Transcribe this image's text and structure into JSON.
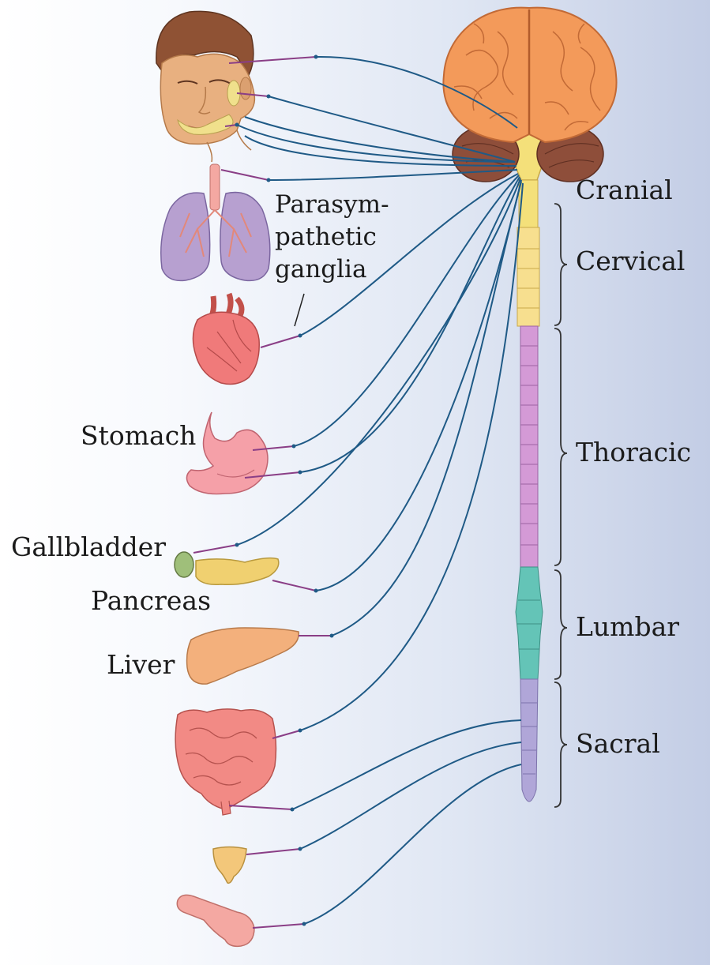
{
  "labels": {
    "parasympathetic_line1": "Parasym-",
    "parasympathetic_line2": "pathetic",
    "parasympathetic_line3": "ganglia",
    "stomach": "Stomach",
    "gallbladder": "Gallbladder",
    "pancreas": "Pancreas",
    "liver": "Liver"
  },
  "spinal_regions": {
    "cranial": "Cranial",
    "cervical": "Cervical",
    "thoracic": "Thoracic",
    "lumbar": "Lumbar",
    "sacral": "Sacral"
  },
  "colors": {
    "nerve": "#1f5a86",
    "nerve_postganglionic": "#8a3e86",
    "brain": "#f39a5a",
    "cerebellum": "#8e4e3a",
    "brainstem": "#f4e07a",
    "cervical": "#f7df8f",
    "thoracic": "#d49ad6",
    "lumbar": "#64c4b7",
    "sacral": "#b0a6d8",
    "lungs": "#b7a0d0",
    "heart": "#f07a7a",
    "stomach": "#f5a0a8",
    "gallbladder": "#9fbf7a",
    "pancreas": "#f0d070",
    "liver": "#f3b07c",
    "intestine": "#f28a85",
    "bladder": "#f3c77a",
    "genitalia": "#f4a8a2",
    "skin": "#e8b080",
    "hair": "#8f5234"
  }
}
